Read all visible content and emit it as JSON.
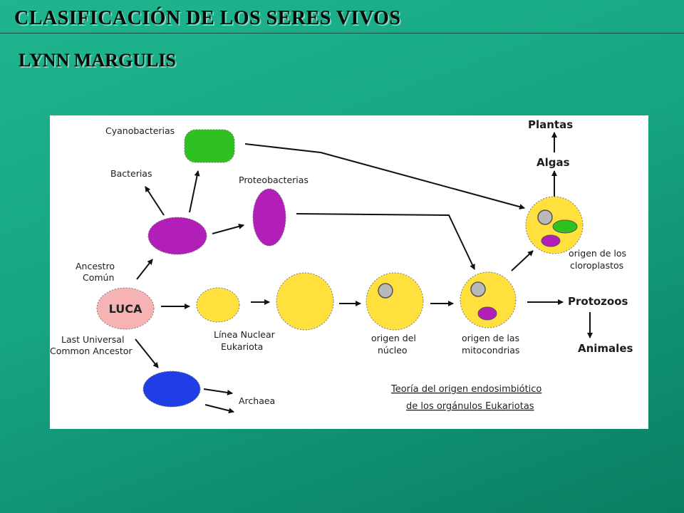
{
  "title": "CLASIFICACIÓN DE LOS SERES VIVOS",
  "subtitle": "LYNN MARGULIS",
  "diagram": {
    "nodes": {
      "luca": "LUCA",
      "cyanobacteria": "Cyanobacterias",
      "bacteria": "Bacterias",
      "proteobacteria": "Proteobacterias",
      "common_ancestor_1": "Ancestro",
      "common_ancestor_2": "Común",
      "lua_1": "Last Universal",
      "lua_2": "Common Ancestor",
      "archaea": "Archaea",
      "eukaryote_1": "Línea Nuclear",
      "eukaryote_2": "Eukariota",
      "nucleus_1": "origen del",
      "nucleus_2": "núcleo",
      "mitochondria_1": "origen de las",
      "mitochondria_2": "mitocondrias",
      "chloroplast_1": "origen de los",
      "chloroplast_2": "cloroplastos",
      "plants": "Plantas",
      "algae": "Algas",
      "protozoa": "Protozoos",
      "animals": "Animales"
    },
    "theory_1": "Teoría del origen endosimbiótico",
    "theory_2": "de los orgánulos Eukariotas",
    "colors": {
      "yellow": "#ffe03d",
      "purple": "#b21fb8",
      "green": "#2fc121",
      "blue": "#1f3ee6",
      "pink": "#f7b3b3",
      "grey": "#b9b9b9"
    }
  }
}
